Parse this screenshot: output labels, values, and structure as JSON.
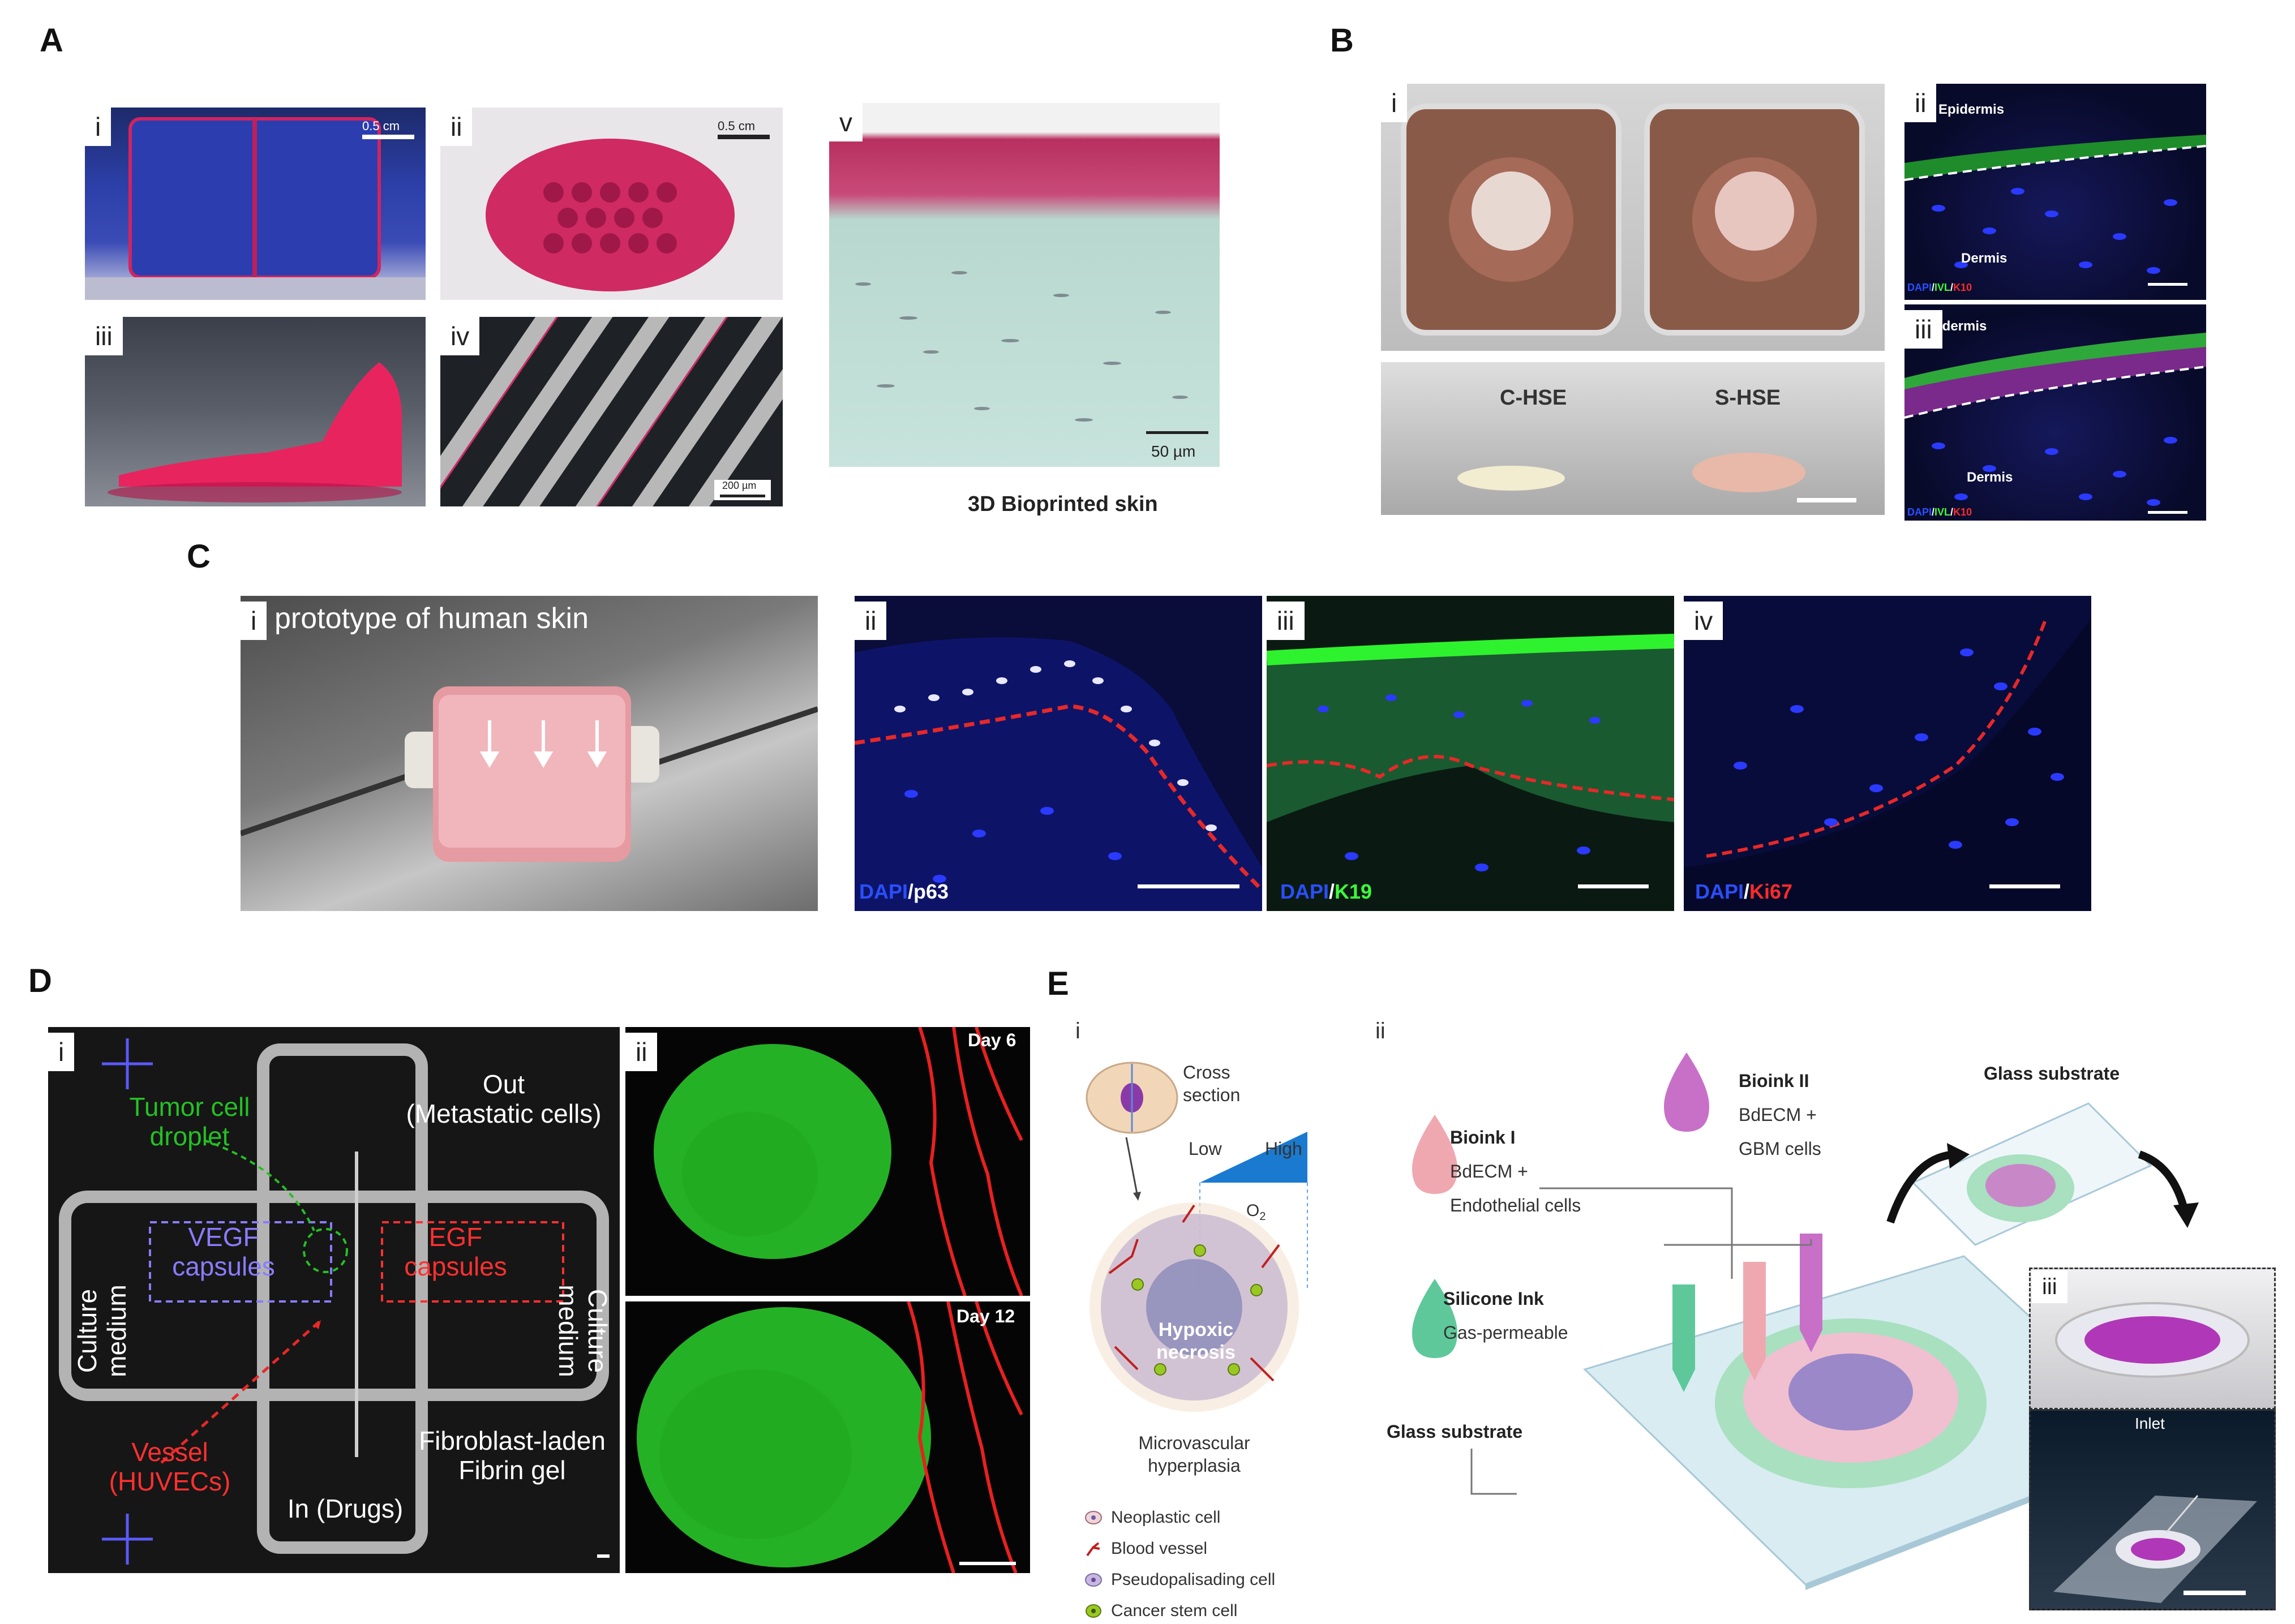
{
  "panels": {
    "A": {
      "letter": "A",
      "sub": [
        "i",
        "ii",
        "iii",
        "iv",
        "v"
      ],
      "scale_i": "0.5 cm",
      "scale_ii": "0.5 cm",
      "scale_iv": "200 µm",
      "scale_v": "50 µm",
      "caption": "3D Bioprinted skin"
    },
    "B": {
      "letter": "B",
      "sub": [
        "i",
        "ii",
        "iii"
      ],
      "chse": "C-HSE",
      "shse": "S-HSE",
      "epidermis": "Epidermis",
      "epidermis_cut": "idermis",
      "dermis": "Dermis",
      "stain": {
        "dapi": "DAPI",
        "sep": "/",
        "ivl": "IVL",
        "k10": "K10"
      }
    },
    "C": {
      "letter": "C",
      "sub": [
        "i",
        "ii",
        "iii",
        "iv"
      ],
      "title_i": "prototype of human skin",
      "stain_ii": {
        "a": "DAPI",
        "sep": "/",
        "b": "p63"
      },
      "stain_iii": {
        "a": "DAPI",
        "sep": "/",
        "b": "K19"
      },
      "stain_iv": {
        "a": "DAPI",
        "sep": "/",
        "b": "Ki67"
      }
    },
    "D": {
      "letter": "D",
      "sub": [
        "i",
        "ii"
      ],
      "tumor_l1": "Tumor cell",
      "tumor_l2": "droplet",
      "out_l1": "Out",
      "out_l2": "(Metastatic cells)",
      "vegf_l1": "VEGF",
      "vegf_l2": "capsules",
      "egf_l1": "EGF",
      "egf_l2": "capsules",
      "culture_l1": "Culture",
      "culture_l2": "medium",
      "vessel_l1": "Vessel",
      "vessel_l2": "(HUVECs)",
      "fib_l1": "Fibroblast-laden",
      "fib_l2": "Fibrin gel",
      "in_drugs": "In (Drugs)",
      "day6": "Day 6",
      "day12": "Day 12"
    },
    "E": {
      "letter": "E",
      "sub": [
        "i",
        "ii",
        "iii"
      ],
      "cross_l1": "Cross",
      "cross_l2": "section",
      "low": "Low",
      "high": "High",
      "o2": "O",
      "o2_sub": "2",
      "hypoxic_l1": "Hypoxic",
      "hypoxic_l2": "necrosis",
      "micro_l1": "Microvascular",
      "micro_l2": "hyperplasia",
      "legend": [
        "Neoplastic cell",
        "Blood vessel",
        "Pseudopalisading cell",
        "Cancer stem cell"
      ],
      "bioink1_title": "Bioink I",
      "bioink1_l1": "BdECM +",
      "bioink1_l2": "Endothelial cells",
      "bioink2_title": "Bioink II",
      "bioink2_l1": "BdECM +",
      "bioink2_l2": "GBM cells",
      "silicone_title": "Silicone Ink",
      "silicone_l1": "Gas-permeable",
      "glass1": "Glass substrate",
      "glass2": "Glass substrate",
      "inlet": "Inlet"
    }
  },
  "colors": {
    "histo_pink": "#c23a6a",
    "histo_teal": "#a9d6cf",
    "fluor_blue": "#1a2cff",
    "fluor_green": "#2bd82b",
    "fluor_red": "#e01818",
    "tissue_pink": "#e8a0a8"
  }
}
